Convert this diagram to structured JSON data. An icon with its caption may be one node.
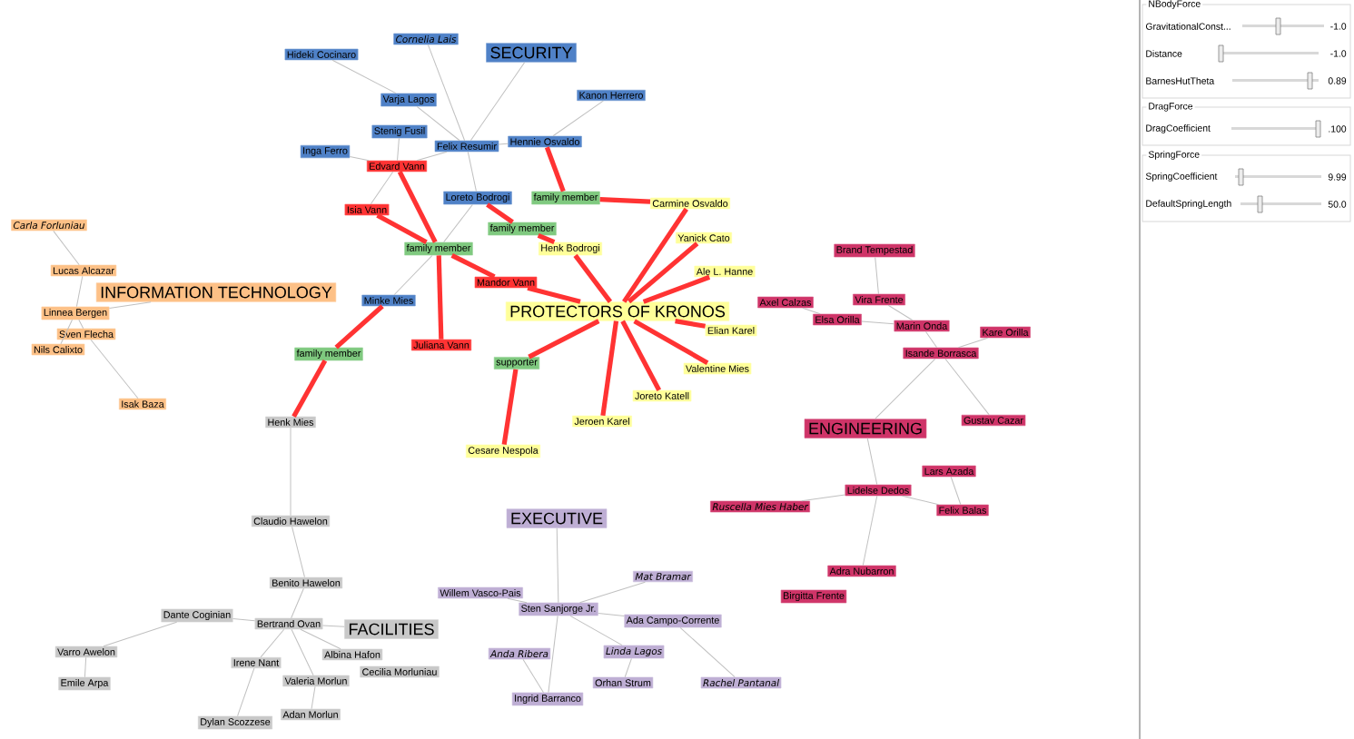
{
  "diagram": {
    "nodes": [
      {
        "text": [
          "SECURITY"
        ]
      },
      {
        "text": [
          "Cornelia Lais"
        ]
      },
      {
        "text": [
          "Hideki Cocinaro"
        ]
      },
      {
        "text": [
          "Varja Lagos"
        ]
      },
      {
        "text": [
          "Kanon Herrero"
        ]
      },
      {
        "text": [
          "Stenig Fusil"
        ]
      },
      {
        "text": [
          "Felix Resumir"
        ]
      },
      {
        "text": [
          "Hennie Osvaldo"
        ]
      },
      {
        "text": [
          "Inga Ferro"
        ]
      },
      {
        "text": [
          "Loreto Bodrogi"
        ]
      },
      {
        "text": [
          "Minke Mies"
        ]
      },
      {
        "text": [
          "Edvard Vann"
        ]
      },
      {
        "text": [
          "Isia Vann"
        ]
      },
      {
        "text": [
          "Mandor Vann"
        ]
      },
      {
        "text": [
          "Juliana Vann"
        ]
      },
      {
        "text": [
          "family member"
        ]
      },
      {
        "text": [
          "family member"
        ]
      },
      {
        "text": [
          "family member"
        ]
      },
      {
        "text": [
          "family member"
        ]
      },
      {
        "text": [
          "supporter"
        ]
      },
      {
        "text": [
          "PROTECTORS OF KRONOS"
        ]
      },
      {
        "text": [
          "Carmine Osvaldo"
        ]
      },
      {
        "text": [
          "Yanick Cato"
        ]
      },
      {
        "text": [
          "Henk Bodrogi"
        ]
      },
      {
        "text": [
          "Ale L. Hanne"
        ]
      },
      {
        "text": [
          "Elian Karel"
        ]
      },
      {
        "text": [
          "Valentine Mies"
        ]
      },
      {
        "text": [
          "Joreto Katell"
        ]
      },
      {
        "text": [
          "Jeroen Karel"
        ]
      },
      {
        "text": [
          "Cesare Nespola"
        ]
      },
      {
        "text": [
          "INFORMATION TECHNOLOGY"
        ]
      },
      {
        "text": [
          "Carla Forluniau"
        ]
      },
      {
        "text": [
          "Lucas Alcazar"
        ]
      },
      {
        "text": [
          "Linnea Bergen"
        ]
      },
      {
        "text": [
          "Sven Flecha"
        ]
      },
      {
        "text": [
          "Nils Calixto"
        ]
      },
      {
        "text": [
          "Isak Baza"
        ]
      },
      {
        "text": [
          "ENGINEERING"
        ]
      },
      {
        "text": [
          "Brand Tempestad"
        ]
      },
      {
        "text": [
          "Axel Calzas"
        ]
      },
      {
        "text": [
          "Vira Frente"
        ]
      },
      {
        "text": [
          "Elsa Orilla"
        ]
      },
      {
        "text": [
          "Marin Onda"
        ]
      },
      {
        "text": [
          "Kare Orilla"
        ]
      },
      {
        "text": [
          "Isande Borrasca"
        ]
      },
      {
        "text": [
          "Gustav Cazar"
        ]
      },
      {
        "text": [
          "Lars Azada"
        ]
      },
      {
        "text": [
          "Lidelse Dedos"
        ]
      },
      {
        "text": [
          "Ruscella Mies Haber"
        ]
      },
      {
        "text": [
          "Felix Balas"
        ]
      },
      {
        "text": [
          "Adra Nubarron"
        ]
      },
      {
        "text": [
          "Birgitta Frente"
        ]
      },
      {
        "text": [
          "Henk Mies"
        ]
      },
      {
        "text": [
          "Claudio Hawelon"
        ]
      },
      {
        "text": [
          "Benito Hawelon"
        ]
      },
      {
        "text": [
          "Dante Coginian"
        ]
      },
      {
        "text": [
          "Bertrand Ovan"
        ]
      },
      {
        "text": [
          "FACILITIES"
        ]
      },
      {
        "text": [
          "Varro Awelon"
        ]
      },
      {
        "text": [
          "Albina Hafon"
        ]
      },
      {
        "text": [
          "Irene Nant"
        ]
      },
      {
        "text": [
          "Valeria Morlun"
        ]
      },
      {
        "text": [
          "Cecilia Morluniau"
        ]
      },
      {
        "text": [
          "Emile Arpa"
        ]
      },
      {
        "text": [
          "Adan Morlun"
        ]
      },
      {
        "text": [
          "Dylan Scozzese"
        ]
      },
      {
        "text": [
          "EXECUTIVE"
        ]
      },
      {
        "text": [
          "Mat Bramar"
        ]
      },
      {
        "text": [
          "Willem Vasco-Pais"
        ]
      },
      {
        "text": [
          "Sten Sanjorge Jr."
        ]
      },
      {
        "text": [
          "Ada Campo-Corrente"
        ]
      },
      {
        "text": [
          "Anda Ribera"
        ]
      },
      {
        "text": [
          "Linda Lagos"
        ]
      },
      {
        "text": [
          "Orhan Strum"
        ]
      },
      {
        "text": [
          "Rachel Pantanal"
        ]
      },
      {
        "text": [
          "Ingrid Barranco"
        ]
      }
    ],
    "edges": [
      {
        "from": 1,
        "to": 6,
        "arrow": "none"
      },
      {
        "from": 2,
        "to": 3,
        "arrow": "none"
      },
      {
        "from": 3,
        "to": 6,
        "arrow": "none"
      },
      {
        "from": 0,
        "to": 6,
        "arrow": "none"
      },
      {
        "from": 4,
        "to": 7,
        "arrow": "none"
      },
      {
        "from": 6,
        "to": 7,
        "arrow": "none"
      },
      {
        "from": 5,
        "to": 11,
        "arrow": "none"
      },
      {
        "from": 11,
        "to": 12,
        "arrow": "none"
      },
      {
        "from": 8,
        "to": 11,
        "arrow": "none"
      },
      {
        "from": 11,
        "to": 6,
        "arrow": "none"
      },
      {
        "from": 6,
        "to": 9,
        "arrow": "none"
      },
      {
        "from": 9,
        "to": 17,
        "arrow": "none"
      },
      {
        "from": 17,
        "to": 10,
        "arrow": "none"
      },
      {
        "from": 11,
        "to": 17,
        "arrow": "none",
        "style": "thick",
        "color": "#ff3333"
      },
      {
        "from": 12,
        "to": 17,
        "arrow": "none",
        "style": "thick",
        "color": "#ff3333"
      },
      {
        "from": 17,
        "to": 13,
        "arrow": "none",
        "style": "thick",
        "color": "#ff3333"
      },
      {
        "from": 17,
        "to": 14,
        "arrow": "none",
        "style": "thick",
        "color": "#ff3333"
      },
      {
        "from": 13,
        "to": 20,
        "arrow": "none",
        "style": "thick",
        "color": "#ff3333"
      },
      {
        "from": 7,
        "to": 15,
        "arrow": "none",
        "style": "thick",
        "color": "#ff3333"
      },
      {
        "from": 15,
        "to": 21,
        "arrow": "none",
        "style": "thick",
        "color": "#ff3333"
      },
      {
        "from": 9,
        "to": 16,
        "arrow": "none",
        "style": "thick",
        "color": "#ff3333"
      },
      {
        "from": 16,
        "to": 23,
        "arrow": "none",
        "style": "thick",
        "color": "#ff3333"
      },
      {
        "from": 23,
        "to": 20,
        "arrow": "none",
        "style": "thick",
        "color": "#ff3333"
      },
      {
        "from": 21,
        "to": 20,
        "arrow": "none",
        "style": "thick",
        "color": "#ff3333"
      },
      {
        "from": 22,
        "to": 20,
        "arrow": "none",
        "style": "thick",
        "color": "#ff3333"
      },
      {
        "from": 24,
        "to": 20,
        "arrow": "none",
        "style": "thick",
        "color": "#ff3333"
      },
      {
        "from": 25,
        "to": 20,
        "arrow": "none",
        "style": "thick",
        "color": "#ff3333"
      },
      {
        "from": 26,
        "to": 20,
        "arrow": "none",
        "style": "thick",
        "color": "#ff3333"
      },
      {
        "from": 27,
        "to": 20,
        "arrow": "none",
        "style": "thick",
        "color": "#ff3333"
      },
      {
        "from": 28,
        "to": 20,
        "arrow": "none",
        "style": "thick",
        "color": "#ff3333"
      },
      {
        "from": 19,
        "to": 20,
        "arrow": "none",
        "style": "thick",
        "color": "#ff3333"
      },
      {
        "from": 19,
        "to": 29,
        "arrow": "none",
        "style": "thick",
        "color": "#ff3333"
      },
      {
        "from": 10,
        "to": 18,
        "arrow": "none",
        "style": "thick",
        "color": "#ff3333"
      },
      {
        "from": 18,
        "to": 52,
        "arrow": "none",
        "style": "thick",
        "color": "#ff3333"
      },
      {
        "from": 31,
        "to": 32,
        "arrow": "none"
      },
      {
        "from": 32,
        "to": 33,
        "arrow": "none"
      },
      {
        "from": 30,
        "to": 33,
        "arrow": "none"
      },
      {
        "from": 35,
        "to": 33,
        "arrow": "none"
      },
      {
        "from": 34,
        "to": 33,
        "arrow": "none"
      },
      {
        "from": 34,
        "to": 36,
        "arrow": "none"
      },
      {
        "from": 38,
        "to": 40,
        "arrow": "none"
      },
      {
        "from": 40,
        "to": 42,
        "arrow": "none"
      },
      {
        "from": 39,
        "to": 41,
        "arrow": "none"
      },
      {
        "from": 41,
        "to": 42,
        "arrow": "none"
      },
      {
        "from": 42,
        "to": 44,
        "arrow": "none"
      },
      {
        "from": 44,
        "to": 43,
        "arrow": "none"
      },
      {
        "from": 44,
        "to": 45,
        "arrow": "none"
      },
      {
        "from": 44,
        "to": 37,
        "arrow": "none"
      },
      {
        "from": 37,
        "to": 47,
        "arrow": "none"
      },
      {
        "from": 47,
        "to": 48,
        "arrow": "none"
      },
      {
        "from": 47,
        "to": 49,
        "arrow": "none"
      },
      {
        "from": 46,
        "to": 49,
        "arrow": "none"
      },
      {
        "from": 47,
        "to": 50,
        "arrow": "none"
      },
      {
        "from": 52,
        "to": 53,
        "arrow": "none"
      },
      {
        "from": 53,
        "to": 54,
        "arrow": "none"
      },
      {
        "from": 54,
        "to": 56,
        "arrow": "none"
      },
      {
        "from": 55,
        "to": 56,
        "arrow": "none"
      },
      {
        "from": 56,
        "to": 57,
        "arrow": "none"
      },
      {
        "from": 55,
        "to": 58,
        "arrow": "none"
      },
      {
        "from": 58,
        "to": 63,
        "arrow": "none"
      },
      {
        "from": 56,
        "to": 59,
        "arrow": "none"
      },
      {
        "from": 56,
        "to": 60,
        "arrow": "none"
      },
      {
        "from": 60,
        "to": 65,
        "arrow": "none"
      },
      {
        "from": 56,
        "to": 61,
        "arrow": "none"
      },
      {
        "from": 61,
        "to": 64,
        "arrow": "none"
      },
      {
        "from": 66,
        "to": 69,
        "arrow": "none"
      },
      {
        "from": 68,
        "to": 69,
        "arrow": "none"
      },
      {
        "from": 67,
        "to": 69,
        "arrow": "none"
      },
      {
        "from": 70,
        "to": 69,
        "arrow": "none"
      },
      {
        "from": 70,
        "to": 74,
        "arrow": "none"
      },
      {
        "from": 69,
        "to": 75,
        "arrow": "none"
      },
      {
        "from": 71,
        "to": 75,
        "arrow": "none"
      },
      {
        "from": 69,
        "to": 72,
        "arrow": "none"
      },
      {
        "from": 72,
        "to": 73,
        "arrow": "none"
      }
    ],
    "labels": [
      "NBodyForce",
      "GravitationalConst...",
      "-1.0",
      "Distance",
      "-1.0",
      "BarnesHutTheta",
      "0.89",
      "DragForce",
      "DragCoefficient",
      ".100",
      "SpringForce",
      "SpringCoefficient",
      "9.99",
      "DefaultSpringLength",
      "50.0"
    ]
  }
}
